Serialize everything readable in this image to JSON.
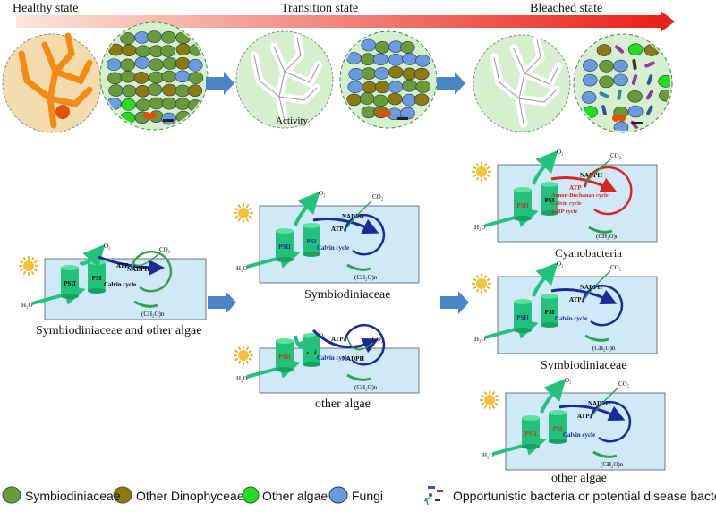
{
  "states": {
    "healthy": "Healthy state",
    "transition": "Transition state",
    "bleached": "Bleached state"
  },
  "activity_label": "Activity",
  "panel_text": {
    "o2": "O₂",
    "co2": "CO₂",
    "h2o": "H₂O",
    "nadph": "NADPH",
    "atp": "ATP",
    "psii": "PSII",
    "psi": "PSI",
    "calvin": "Calvin cycle",
    "ch2o": "(CH₂O)n",
    "arnon": "Arnon-Buchanan cycle",
    "calvin2": "Calvin cycle",
    "hp": "3-HP cycle"
  },
  "captions": {
    "p1": "Symbiodiniaceae and other algae",
    "p2": "Symbiodiniaceae",
    "p3": "other algae",
    "p4": "Cyanobacteria",
    "p5": "Symbiodiniaceae",
    "p6": "other algae"
  },
  "legend": {
    "symbio": "Symbiodiniaceae",
    "dino": "Other Dinophyceae",
    "algae": "Other algae",
    "fungi": "Fungi",
    "bacteria": "Opportunistic bacteria or potential disease bacteria"
  },
  "colors": {
    "symbio": "#6a9a3a",
    "dino": "#8a7a10",
    "algae": "#22dd22",
    "fungi": "#6a9ae0",
    "panel": "#cfe9f7",
    "cyl": "#22c27a",
    "calvin": "#1a2a9a",
    "red": "#dd2222",
    "arrow": "#4a86c5"
  }
}
